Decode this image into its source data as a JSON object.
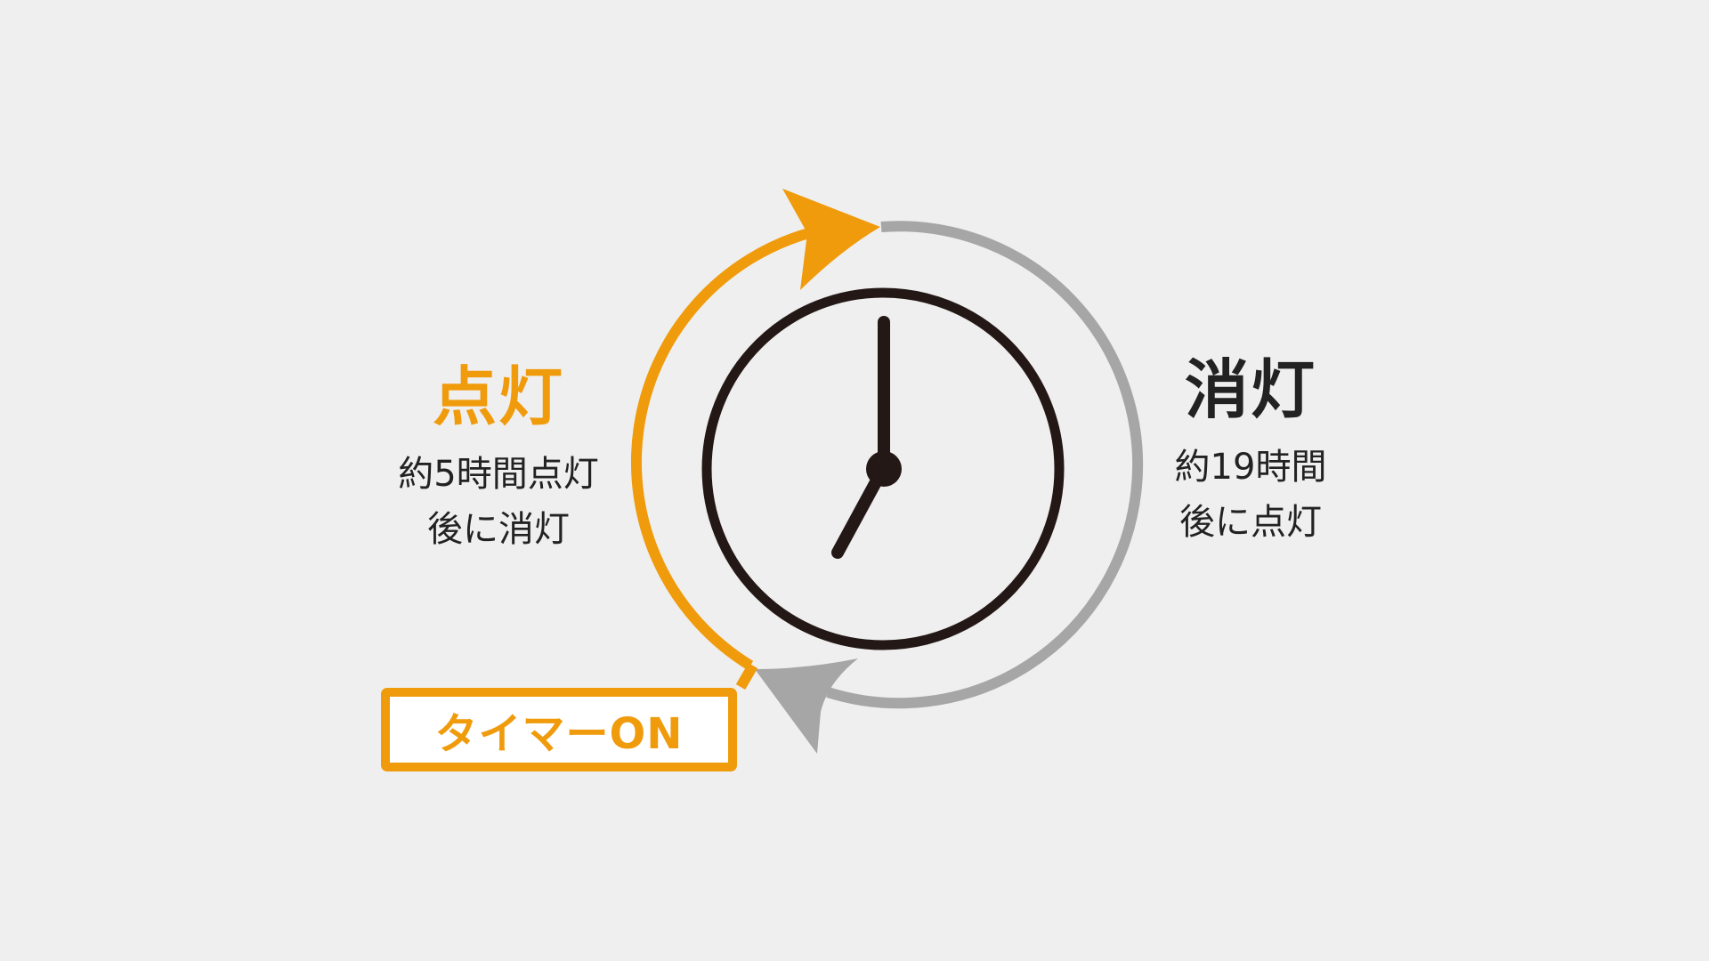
{
  "colors": {
    "background": "#efefef",
    "accent_orange": "#f09b0c",
    "cycle_gray": "#a7a6a6",
    "clock_dark": "#231815",
    "text_dark": "#222222"
  },
  "on_period": {
    "heading": "点灯",
    "line1": "約5時間点灯",
    "line2": "後に消灯"
  },
  "off_period": {
    "heading": "消灯",
    "line1": "約19時間",
    "line2": "後に点灯"
  },
  "timer": {
    "label": "タイマーON"
  },
  "clock": {
    "icon": "clock-icon",
    "time": "7:00"
  }
}
